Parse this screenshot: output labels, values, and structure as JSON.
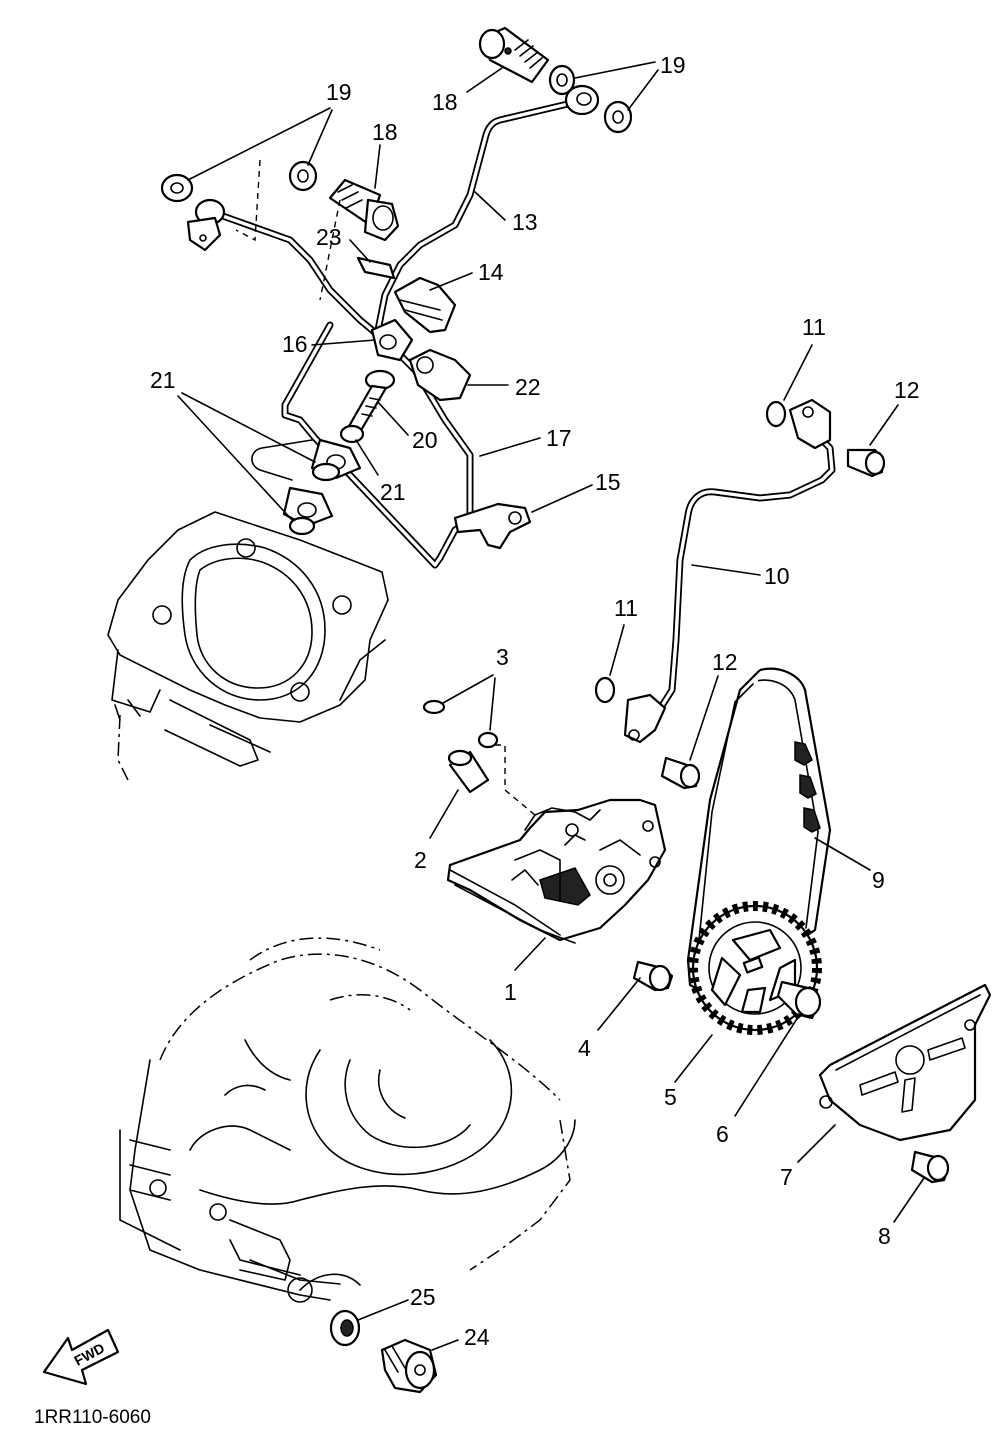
{
  "diagram_code": "1RR110-6060",
  "fwd_arrow_label": "FWD",
  "callouts": {
    "c1": "1",
    "c2": "2",
    "c3": "3",
    "c4": "4",
    "c5": "5",
    "c6": "6",
    "c7": "7",
    "c8": "8",
    "c9": "9",
    "c10": "10",
    "c11a": "11",
    "c11b": "11",
    "c12a": "12",
    "c12b": "12",
    "c13": "13",
    "c14": "14",
    "c15": "15",
    "c16": "16",
    "c17": "17",
    "c18a": "18",
    "c18b": "18",
    "c19a": "19",
    "c19b": "19",
    "c20": "20",
    "c21a": "21",
    "c21b": "21",
    "c22": "22",
    "c23": "23",
    "c24": "24",
    "c25": "25"
  },
  "colors": {
    "line": "#000000",
    "background": "#ffffff"
  }
}
